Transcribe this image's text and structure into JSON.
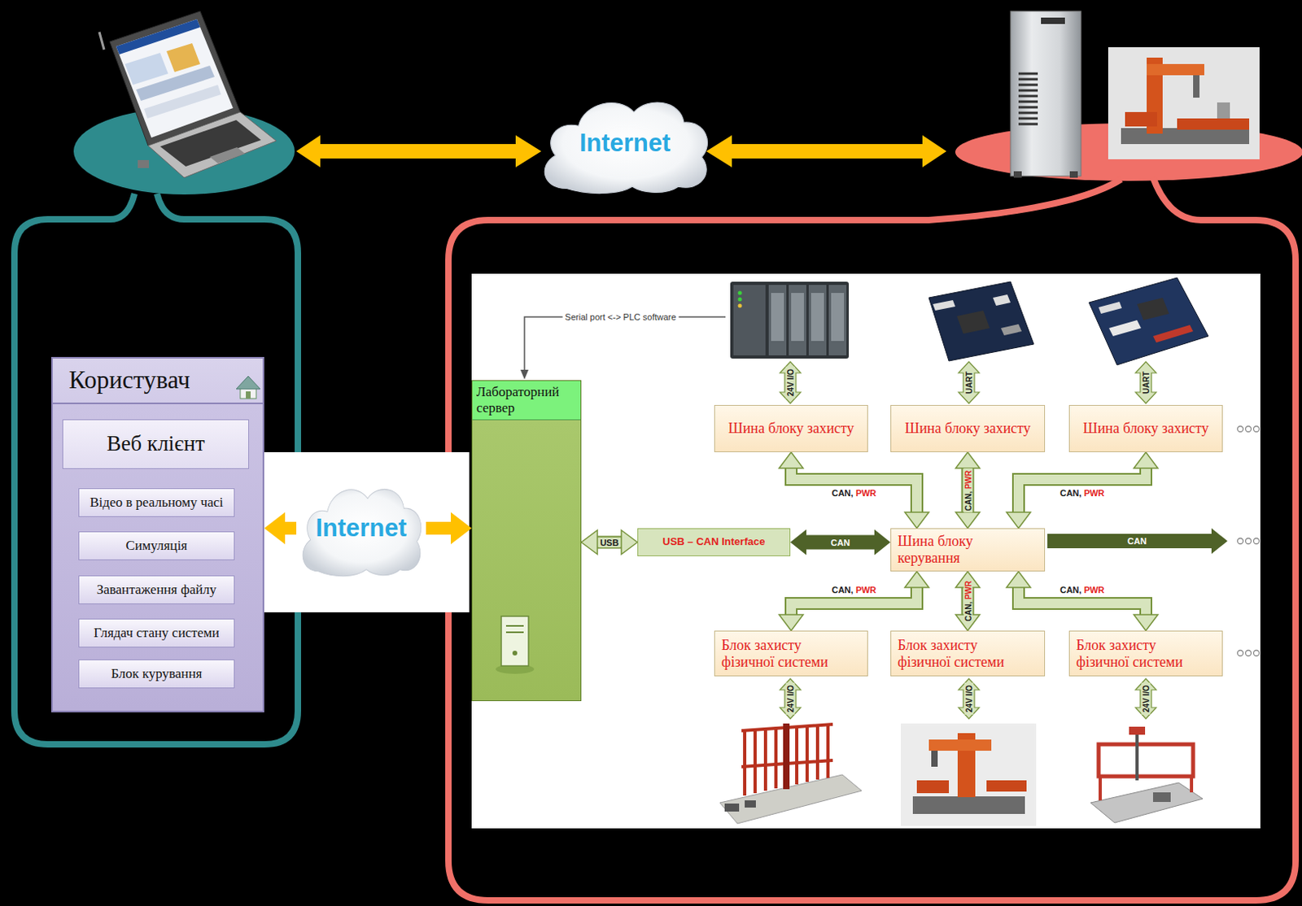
{
  "diagram": {
    "nodes": [
      {
        "text": [
          "Internet"
        ]
      },
      {
        "text": [
          "Користувач"
        ]
      },
      {
        "text": [
          "Веб клієнт"
        ],
        "in": 1
      },
      {
        "text": [
          "Відео в реальному часі"
        ],
        "in": 1
      },
      {
        "text": [
          "Симуляція"
        ],
        "in": 1
      },
      {
        "text": [
          "Завантаження файлу"
        ],
        "in": 1
      },
      {
        "text": [
          "Глядач стану системи"
        ],
        "in": 1
      },
      {
        "text": [
          "Блок курування"
        ],
        "in": 1
      },
      {
        "text": [
          "Internet"
        ]
      },
      {
        "text": [
          "Лабораторний сервер"
        ]
      },
      {
        "text": [
          "Шина блоку захисту"
        ]
      },
      {
        "text": [
          "Шина блоку захисту"
        ]
      },
      {
        "text": [
          "Шина блоку захисту"
        ]
      },
      {
        "text": [
          "USB – CAN Interface"
        ]
      },
      {
        "text": [
          "Шина блоку керування"
        ]
      },
      {
        "text": [
          "Блок захисту фізичної системи"
        ]
      },
      {
        "text": [
          "Блок захисту фізичної системи"
        ]
      },
      {
        "text": [
          "Блок захисту фізичної системи"
        ]
      }
    ],
    "edges": [
      {
        "from": 8,
        "to": 1,
        "arrow": "to"
      },
      {
        "from": 8,
        "to": 9,
        "arrow": "to"
      },
      {
        "from": 9,
        "to": 13,
        "arrow": "both",
        "label": "USB"
      },
      {
        "from": 13,
        "to": 14,
        "arrow": "both",
        "label": "CAN"
      },
      {
        "from": 14,
        "to": 10,
        "arrow": "both",
        "label": "CAN, PWR"
      },
      {
        "from": 14,
        "to": 11,
        "arrow": "both",
        "label": "CAN, PWR"
      },
      {
        "from": 14,
        "to": 12,
        "arrow": "both",
        "label": "CAN, PWR"
      },
      {
        "from": 14,
        "to": 15,
        "arrow": "both",
        "label": "CAN, PWR"
      },
      {
        "from": 14,
        "to": 16,
        "arrow": "both",
        "label": "CAN, PWR"
      },
      {
        "from": 14,
        "to": 17,
        "arrow": "both",
        "label": "CAN, PWR"
      }
    ],
    "labels": [
      "Serial port <-> PLC software",
      "24V I/O",
      "UART",
      "UART",
      "CAN",
      "24V I/O",
      "24V I/O",
      "24V I/O"
    ]
  }
}
